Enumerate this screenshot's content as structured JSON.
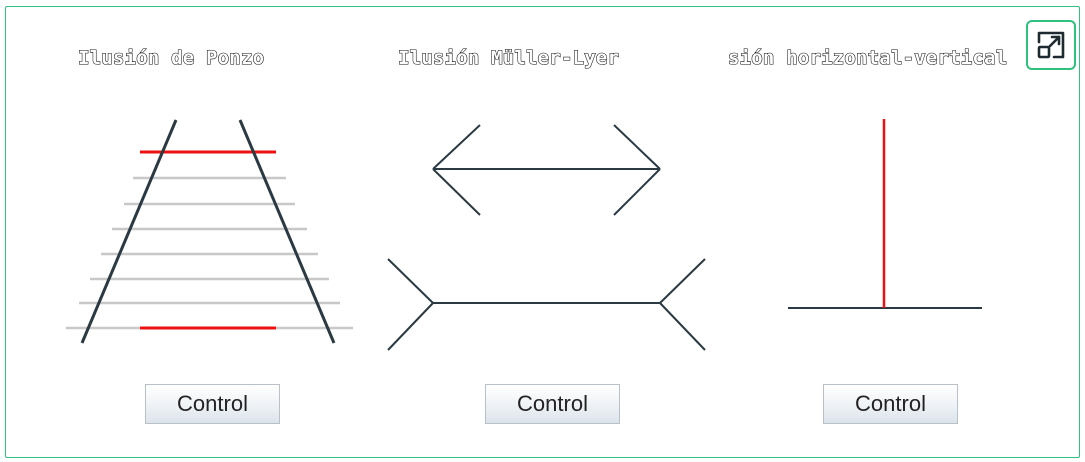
{
  "titles": {
    "ponzo": "Ilusión de Ponzo",
    "muller": "Ilusión Müller-Lyer",
    "hv": "sión horizontal-vertical"
  },
  "buttons": {
    "control_1": "Control",
    "control_2": "Control",
    "control_3": "Control"
  },
  "icons": {
    "expand": "expand-icon"
  },
  "colors": {
    "frame_border": "#2ec27e",
    "highlight_red": "#ee1111",
    "rail_dark": "#2b3a42",
    "tie_gray": "#c8c8c8"
  }
}
